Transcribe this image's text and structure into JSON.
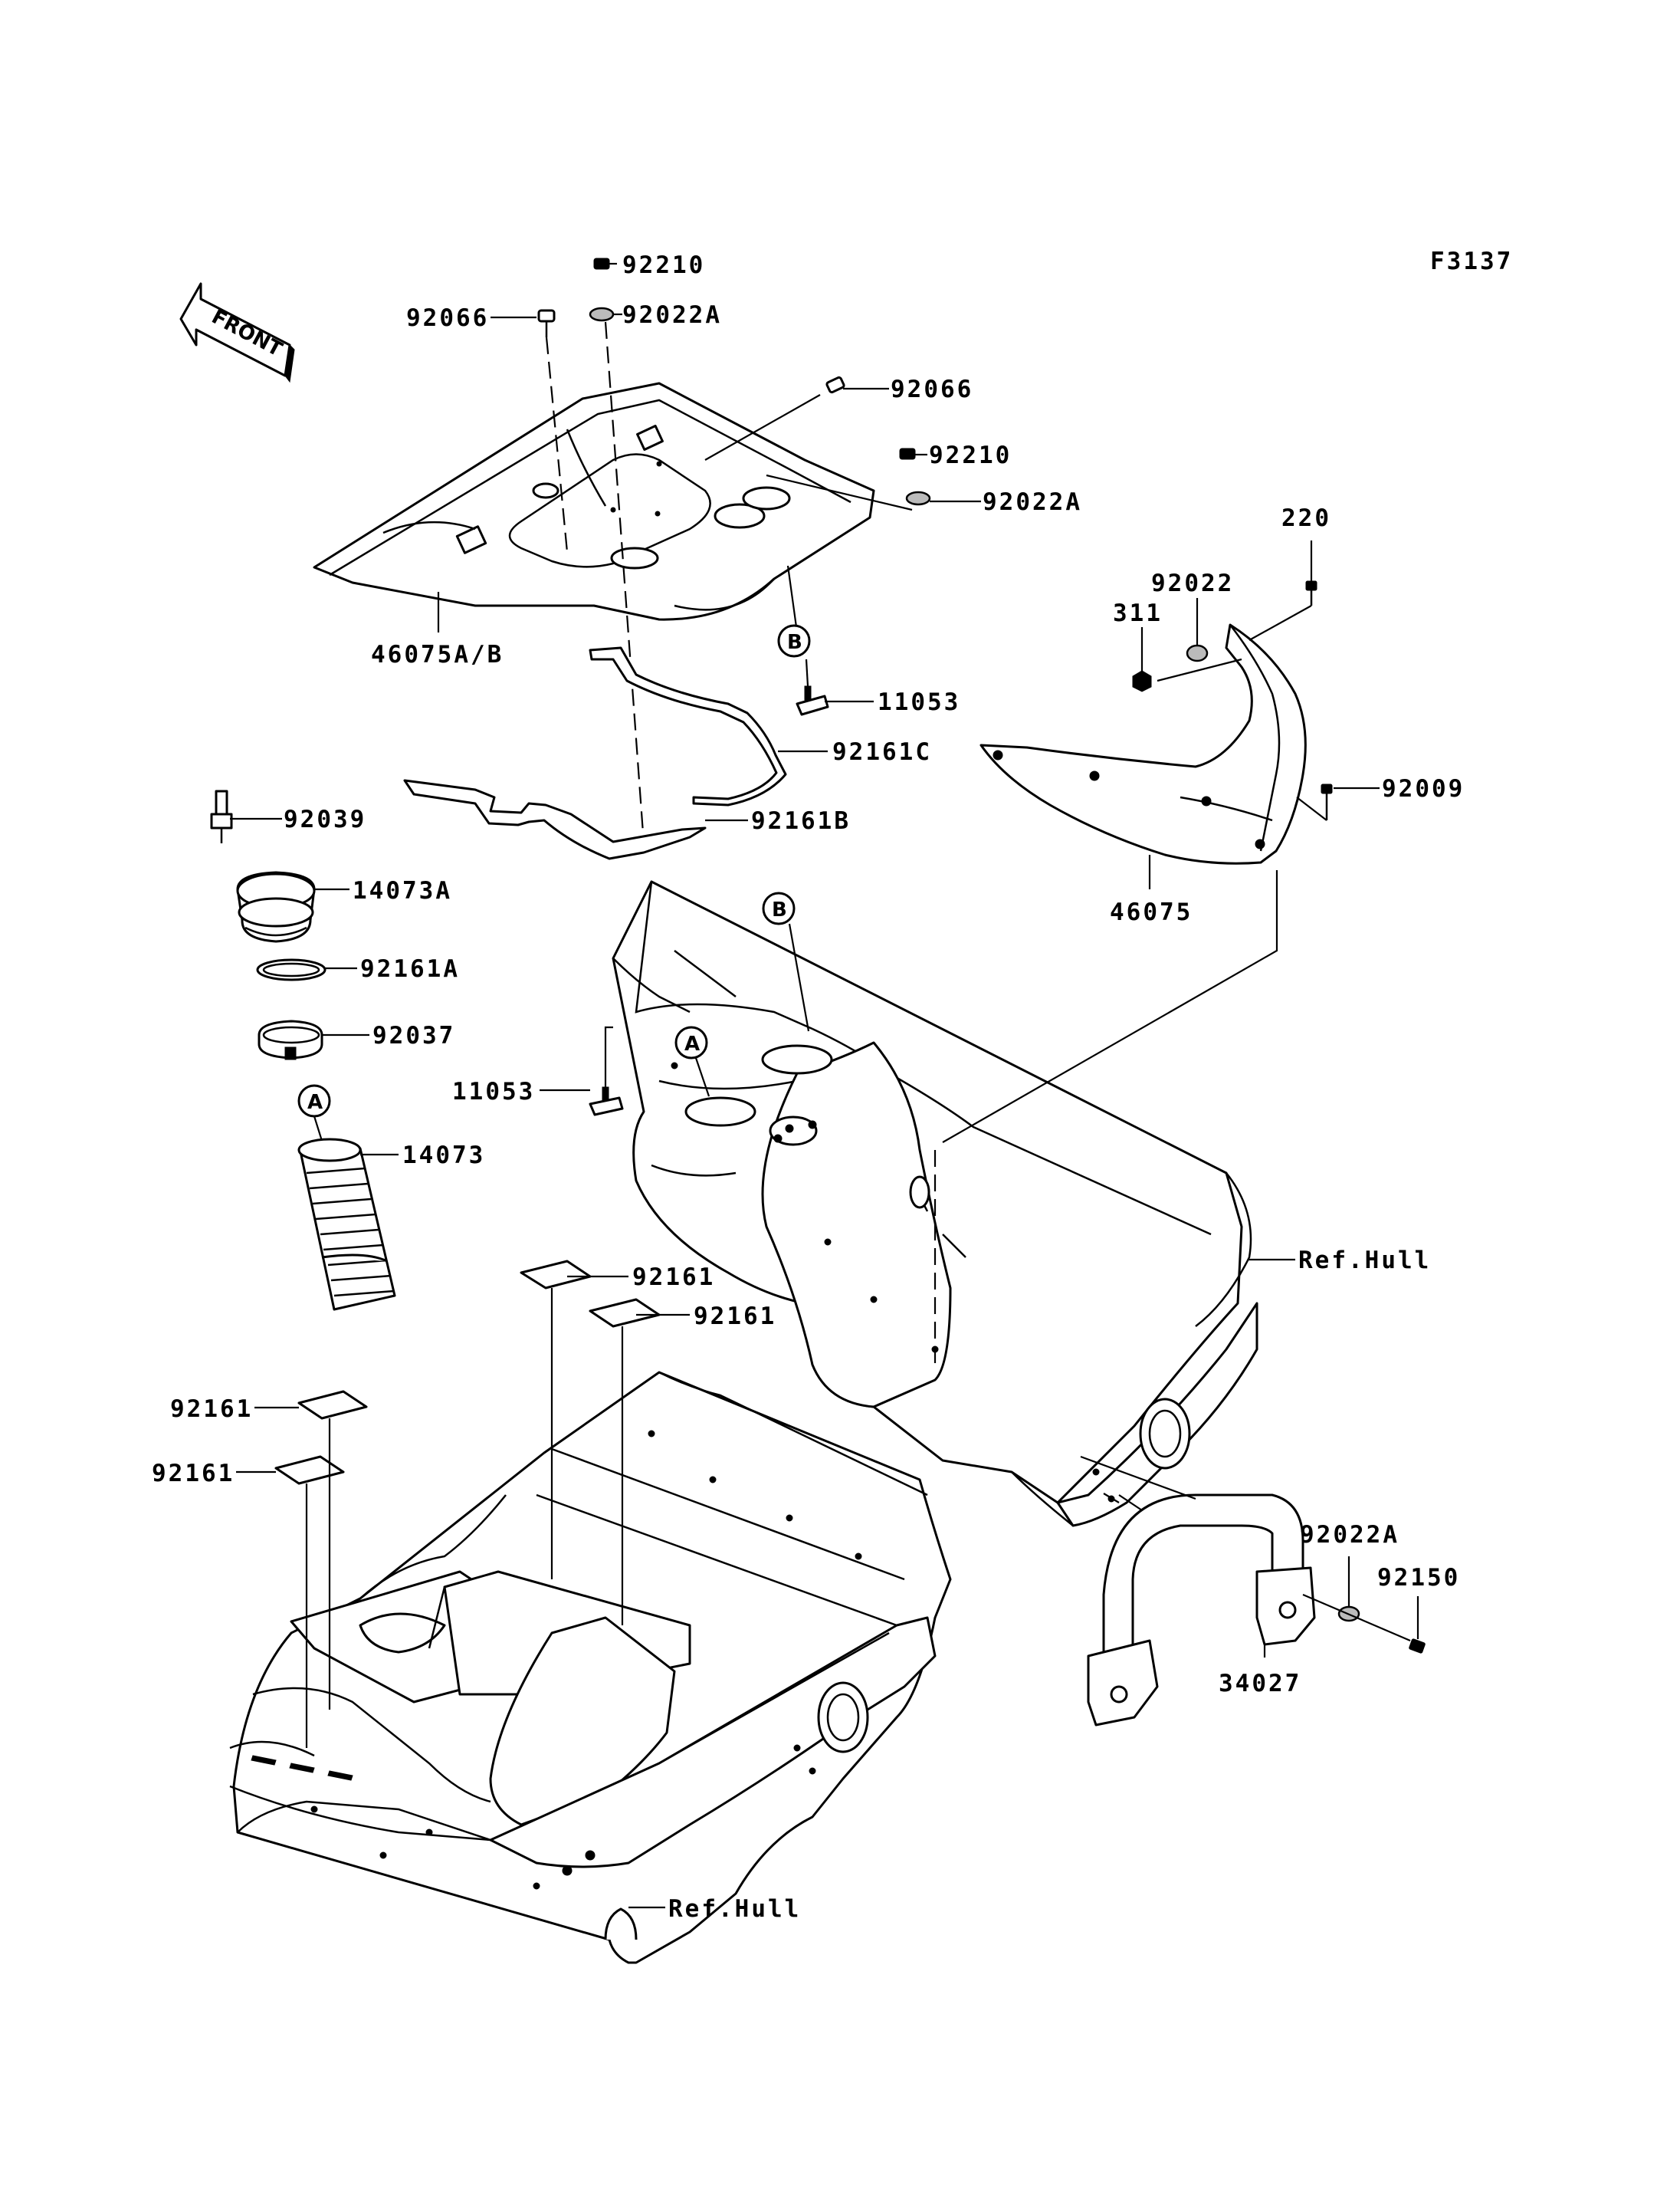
{
  "diagram_code": "F3137",
  "front_label": "FRONT",
  "reference_marks": [
    "A",
    "B"
  ],
  "labels": {
    "p92210_top": "92210",
    "p92066_left": "92066",
    "p92022A_top": "92022A",
    "p92066_right": "92066",
    "p92210_right": "92210",
    "p92022A_right": "92022A",
    "p220": "220",
    "p92022": "92022",
    "p311": "311",
    "p46075AB": "46075A/B",
    "p11053_upper": "11053",
    "p92161C": "92161C",
    "p92009": "92009",
    "p92039": "92039",
    "p92161B": "92161B",
    "p14073A": "14073A",
    "p46075": "46075",
    "p92161A": "92161A",
    "p92037": "92037",
    "p11053_lower": "11053",
    "p14073": "14073",
    "ref_hull_right": "Ref.Hull",
    "p92161_a": "92161",
    "p92161_b": "92161",
    "p92161_c": "92161",
    "p92161_d": "92161",
    "p92022A_lower": "92022A",
    "p92150": "92150",
    "p34027": "34027",
    "ref_hull_bottom": "Ref.Hull"
  }
}
